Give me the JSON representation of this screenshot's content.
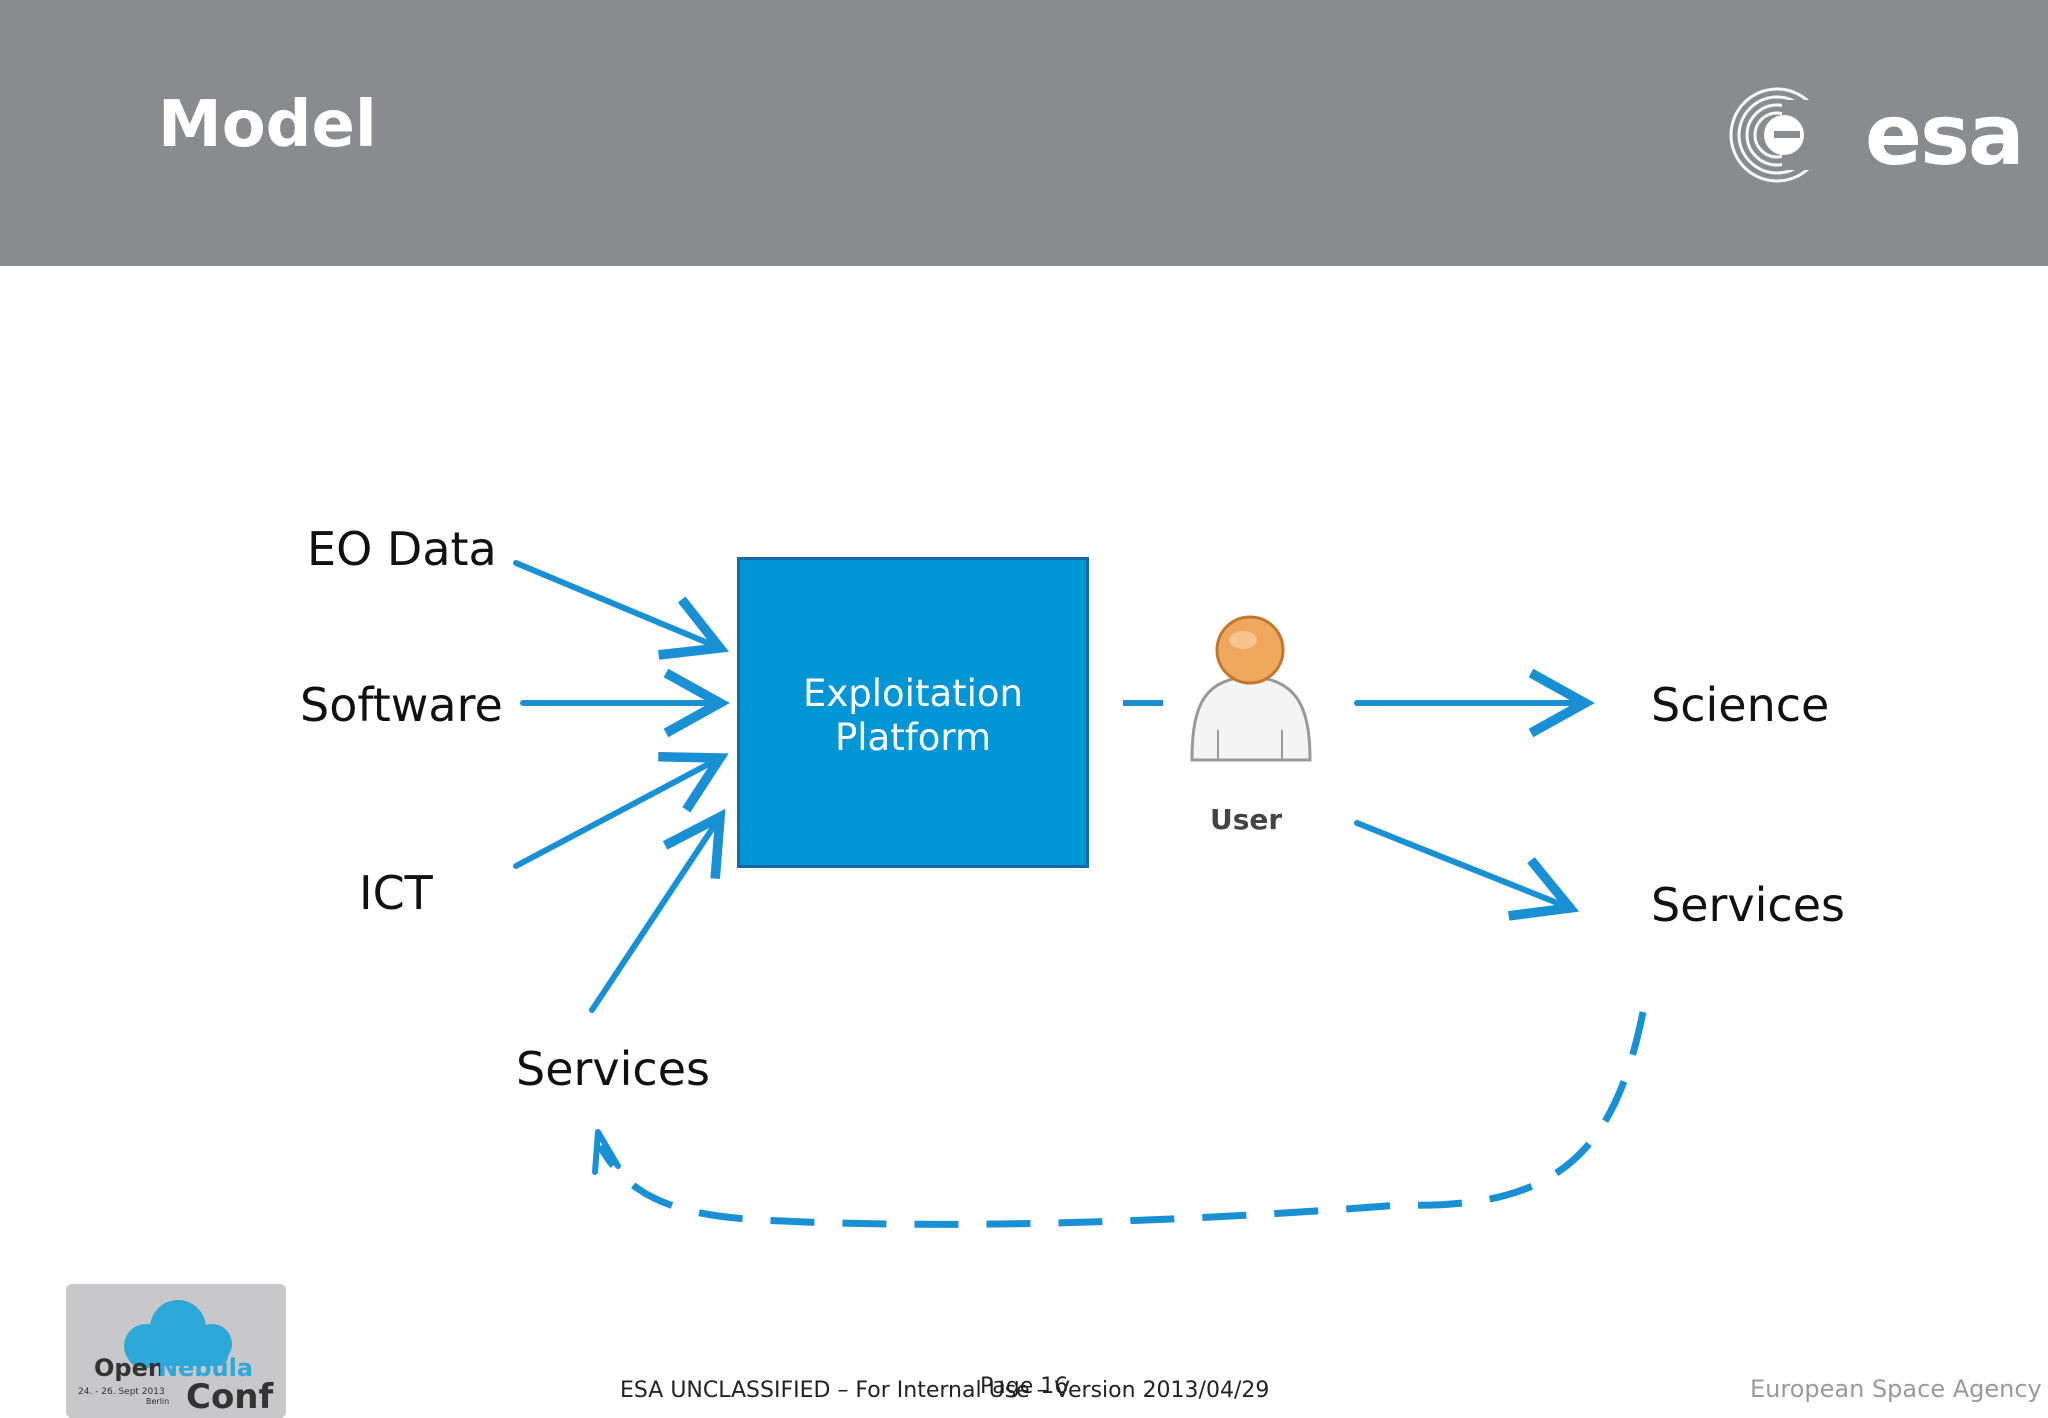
{
  "header": {
    "title": "Model",
    "logo_text": "esa"
  },
  "diagram": {
    "inputs": [
      "EO Data",
      "Software",
      "ICT",
      "Services"
    ],
    "platform_label": "Exploitation Platform",
    "platform_line1": "Exploitation",
    "platform_line2": "Platform",
    "user_label": "User",
    "outputs": [
      "Science",
      "Services"
    ]
  },
  "footer": {
    "classification": "ESA UNCLASSIFIED – For Internal Use – Version 2013/04/29",
    "page": "Page 16",
    "agency": "European Space Agency",
    "conf_logo_open": "Open",
    "conf_logo_nebula": "Nebula",
    "conf_logo_conf": "Conf",
    "conf_logo_dates": "24. - 26. Sept 2013",
    "conf_logo_city": "Berlin"
  },
  "colors": {
    "header_bg": "#8a8b8f",
    "accent_blue": "#0096d6",
    "arrow_blue": "#1a90d4"
  }
}
